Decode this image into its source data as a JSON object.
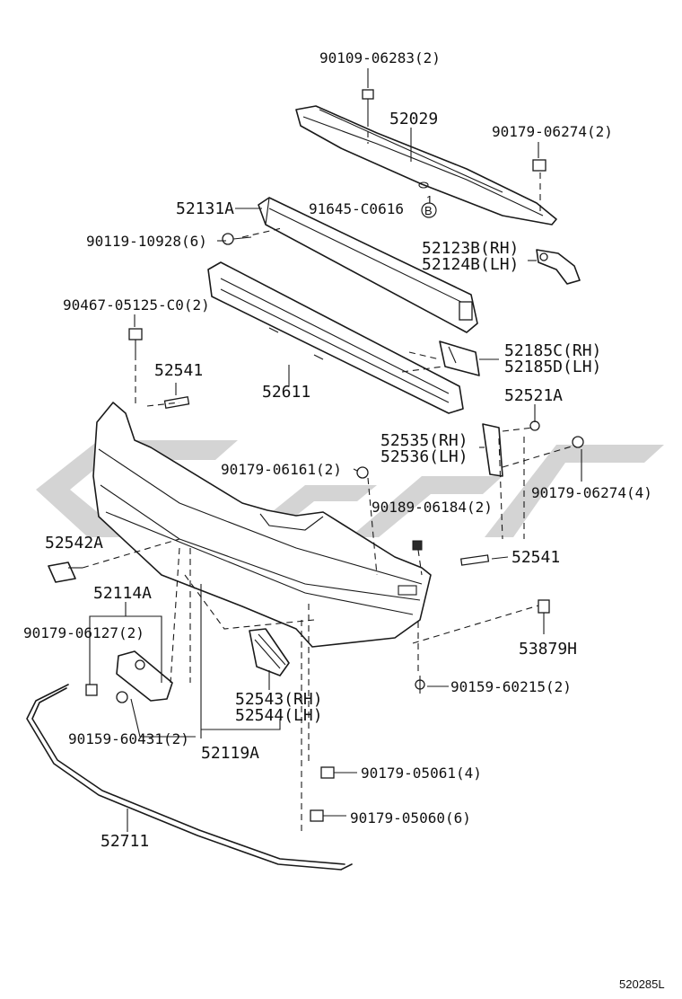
{
  "colors": {
    "ink": "#111111",
    "watermark": "#d4d4d4",
    "background": "#ffffff"
  },
  "parts": {
    "p1": "90109-06283(2)",
    "p2": "52029",
    "p3": "90179-06274(2)",
    "p4": "52131A",
    "p5": "91645-C0616",
    "p6": "90119-10928(6)",
    "p7a": "52123B(RH)",
    "p7b": "52124B(LH)",
    "p8": "90467-05125-C0(2)",
    "p9a": "52185C(RH)",
    "p9b": "52185D(LH)",
    "p10": "52541",
    "p11": "52611",
    "p12": "52521A",
    "p13a": "52535(RH)",
    "p13b": "52536(LH)",
    "p14": "90179-06161(2)",
    "p15": "90179-06274(4)",
    "p16": "90189-06184(2)",
    "p17": "52542A",
    "p18": "52541",
    "p19": "52114A",
    "p20": "90179-06127(2)",
    "p21": "53879H",
    "p22": "90159-60215(2)",
    "p23a": "52543(RH)",
    "p23b": "52544(LH)",
    "p24": "90159-60431(2)",
    "p25": "52119A",
    "p26": "90179-05061(4)",
    "p27": "90179-05060(6)",
    "p28": "52711"
  },
  "callout": {
    "badge": "B",
    "ref": "1"
  },
  "footer": {
    "code": "520285L"
  }
}
